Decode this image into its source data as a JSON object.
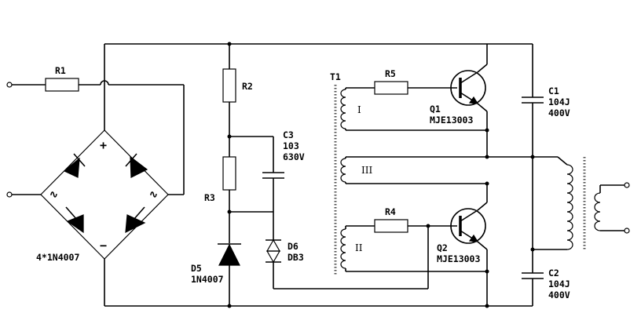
{
  "labels": {
    "r1": "R1",
    "r2": "R2",
    "r3": "R3",
    "r4": "R4",
    "r5": "R5",
    "c1": "C1",
    "c1_val": "104J",
    "c1_volt": "400V",
    "c2": "C2",
    "c2_val": "104J",
    "c2_volt": "400V",
    "c3": "C3",
    "c3_val": "103",
    "c3_volt": "630V",
    "d5": "D5",
    "d5_part": "1N4007",
    "d6": "D6",
    "d6_part": "DB3",
    "q1": "Q1",
    "q1_part": "MJE13003",
    "q2": "Q2",
    "q2_part": "MJE13003",
    "t1": "T1",
    "winding_1": "I",
    "winding_2": "II",
    "winding_3": "III",
    "bridge": "4*1N4007",
    "plus": "+",
    "minus": "−",
    "ac1": "∿",
    "ac2": "∿"
  }
}
